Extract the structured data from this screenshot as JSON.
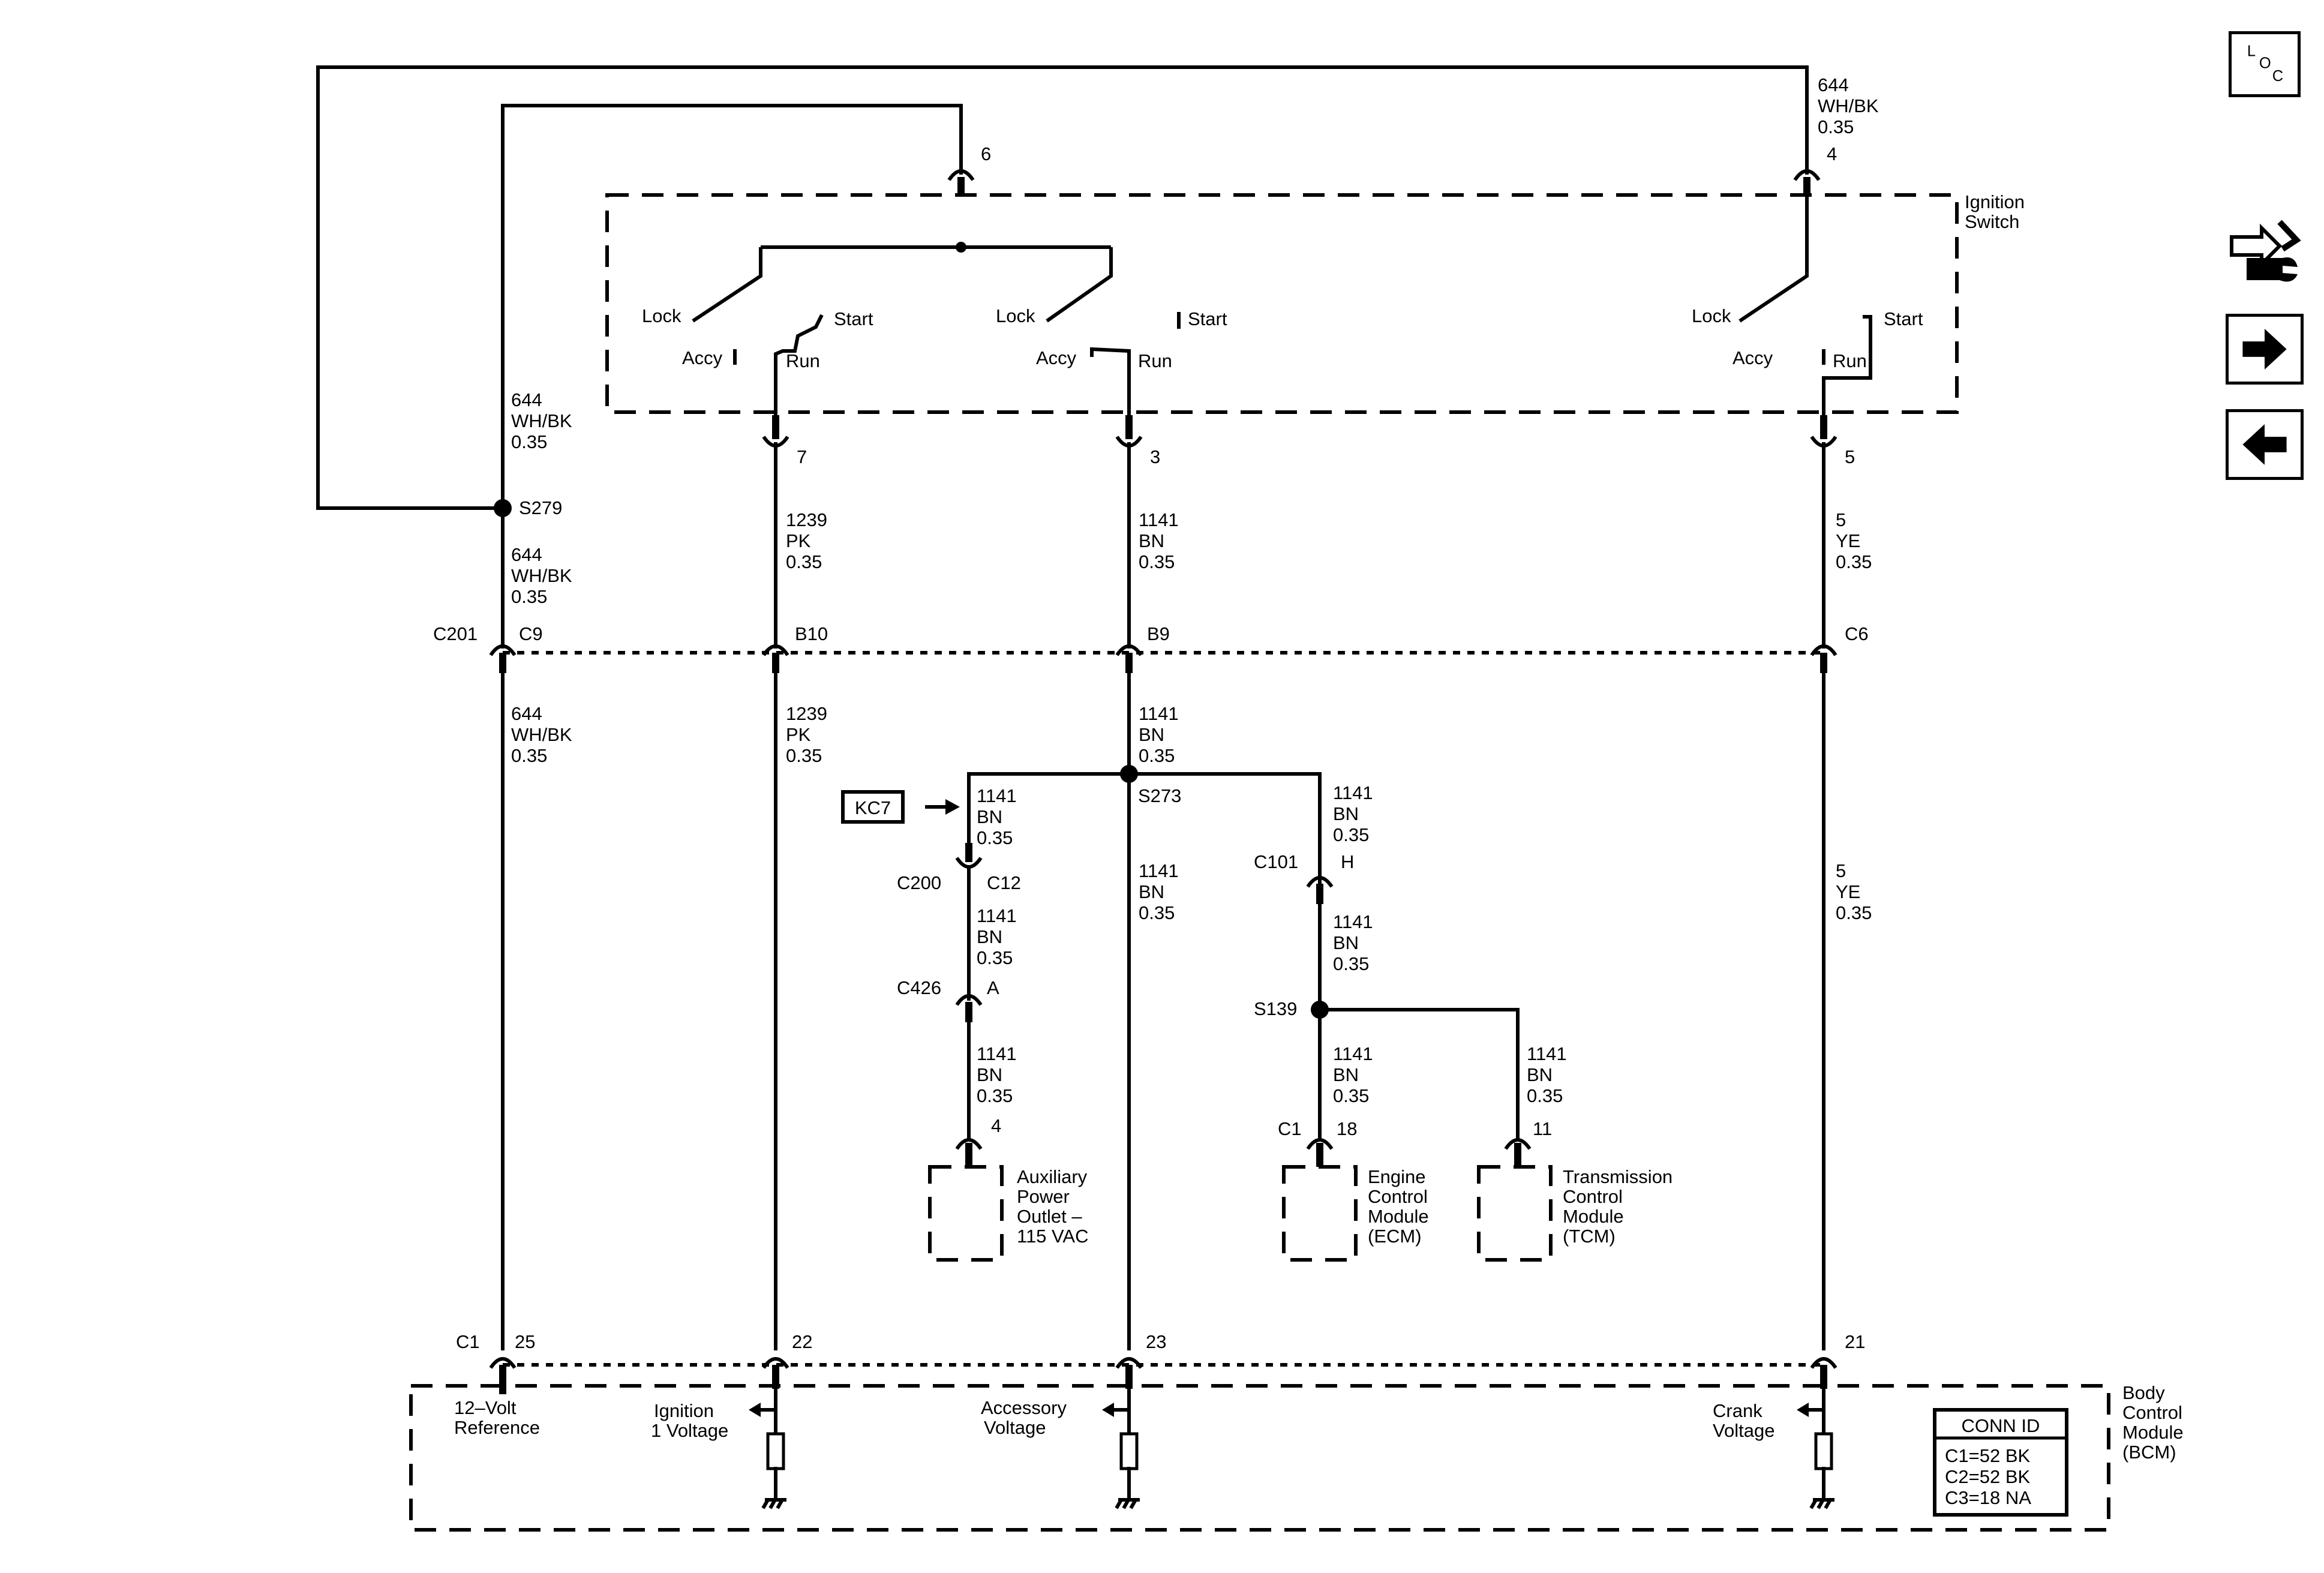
{
  "switch": {
    "name_line1": "Ignition",
    "name_line2": "Switch",
    "lock": "Lock",
    "accy": "Accy",
    "run": "Run",
    "start": "Start",
    "pin_6": "6",
    "pin_4": "4",
    "pin_7": "7",
    "pin_3": "3",
    "pin_5": "5"
  },
  "wires": {
    "w644": {
      "circuit": "644",
      "color": "WH/BK",
      "gauge": "0.35"
    },
    "w1239": {
      "circuit": "1239",
      "color": "PK",
      "gauge": "0.35"
    },
    "w1141": {
      "circuit": "1141",
      "color": "BN",
      "gauge": "0.35"
    },
    "w5": {
      "circuit": "5",
      "color": "YE",
      "gauge": "0.35"
    }
  },
  "splices": {
    "s279": "S279",
    "s273": "S273",
    "s139": "S139"
  },
  "connectors": {
    "c201": "C201",
    "c201_c9": "C9",
    "c201_b10": "B10",
    "c201_b9": "B9",
    "c201_c6": "C6",
    "c200": "C200",
    "c200_pin": "C12",
    "c426": "C426",
    "c426_pin": "A",
    "c101": "C101",
    "c101_pin": "H",
    "aux_pin": "4",
    "ecm_conn": "C1",
    "ecm_pin": "18",
    "tcm_pin": "11",
    "bcm_conn": "C1",
    "bcm_pin_25": "25",
    "bcm_pin_22": "22",
    "bcm_pin_23": "23",
    "bcm_pin_21": "21"
  },
  "ref_box": "KC7",
  "components": {
    "aux": [
      "Auxiliary",
      "Power",
      "Outlet –",
      "115 VAC"
    ],
    "ecm": [
      "Engine",
      "Control",
      "Module",
      "(ECM)"
    ],
    "tcm": [
      "Transmission",
      "Control",
      "Module",
      "(TCM)"
    ],
    "bcm": [
      "Body",
      "Control",
      "Module",
      "(BCM)"
    ]
  },
  "bcm_inputs": {
    "ref": [
      "12–Volt",
      "Reference"
    ],
    "ign": [
      "Ignition",
      "1 Voltage"
    ],
    "acc": [
      "Accessory",
      "Voltage"
    ],
    "crank": [
      "Crank",
      "Voltage"
    ]
  },
  "conn_id": {
    "title": "CONN ID",
    "rows": [
      "C1=52 BK",
      "C2=52 BK",
      "C3=18 NA"
    ]
  },
  "nav": {
    "loc": {
      "l": "L",
      "o": "O",
      "c": "C"
    },
    "icons": [
      "diagnostic-wrench-icon",
      "arrow-right-icon",
      "arrow-left-icon"
    ]
  }
}
